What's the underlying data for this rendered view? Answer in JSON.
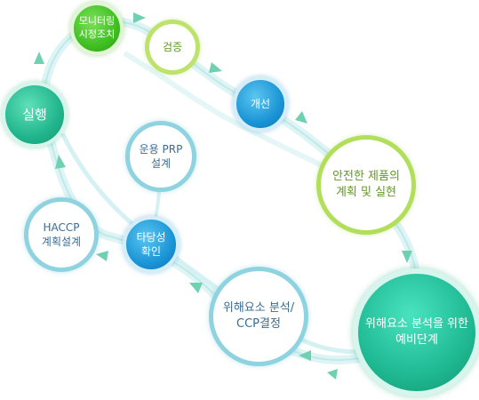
{
  "diagram": {
    "nodes": {
      "monitoring": "모니터링\n시정조치",
      "verify": "검증",
      "improve": "개선",
      "execute": "실행",
      "prp": "운용 PRP\n설계",
      "safe_product": "안전한 제품의\n계획 및 실현",
      "haccp": "HACCP\n계획설계",
      "validity": "타당성\n확인",
      "hazard_ccp": "위해요소 분석/\nCCP결정",
      "prelim": "위해요소 분석을 위한\n예비단계"
    },
    "colors": {
      "flow_line": "#cfeef0",
      "arrow": "#6fd1b2",
      "teal": "#1fba93",
      "blue": "#1b95d6",
      "green": "#3fbf22",
      "light_border": "#8fd3e0"
    }
  }
}
